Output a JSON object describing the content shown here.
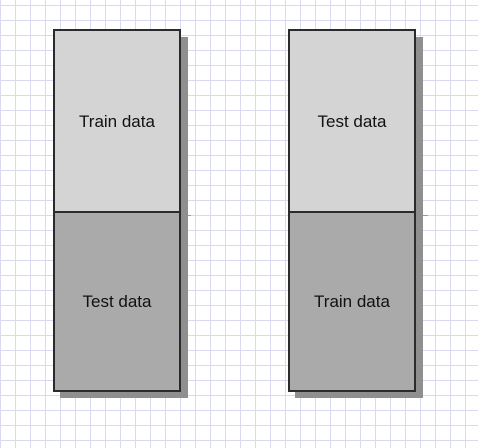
{
  "left_column": {
    "top_label": "Train data",
    "bottom_label": "Test data"
  },
  "right_column": {
    "top_label": "Test data",
    "bottom_label": "Train data"
  },
  "colors": {
    "light_block": "#d4d4d4",
    "dark_block": "#aaaaaa",
    "border": "#2b2b2b",
    "shadow": "#8f8f8f",
    "grid": "#d9d9f0"
  }
}
